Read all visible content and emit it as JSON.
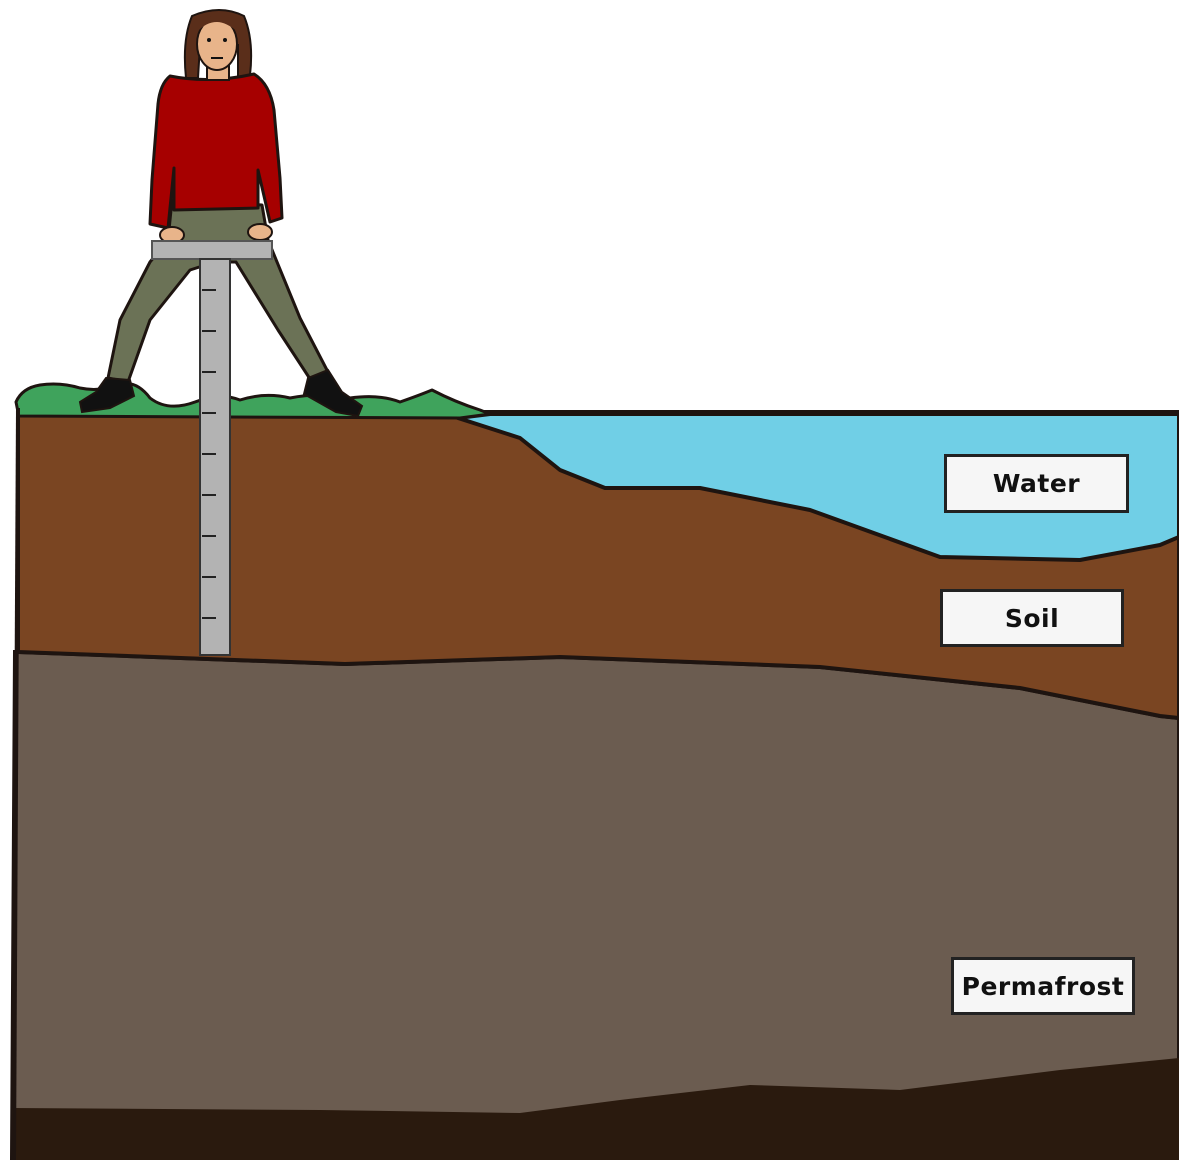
{
  "labels": {
    "water": "Water",
    "soil": "Soil",
    "permafrost": "Permafrost"
  },
  "colors": {
    "sky": "#ffffff",
    "water": "#70cfe6",
    "soil": "#7a4522",
    "permafrost": "#6b5c50",
    "bedrock": "#2a1a0e",
    "grass": "#3fa35c",
    "probe": "#b3b3b3",
    "shirt": "#a60000",
    "pants": "#6b7256",
    "hair": "#5a2e1a",
    "skin": "#e8b48a",
    "outline": "#1e1410"
  }
}
